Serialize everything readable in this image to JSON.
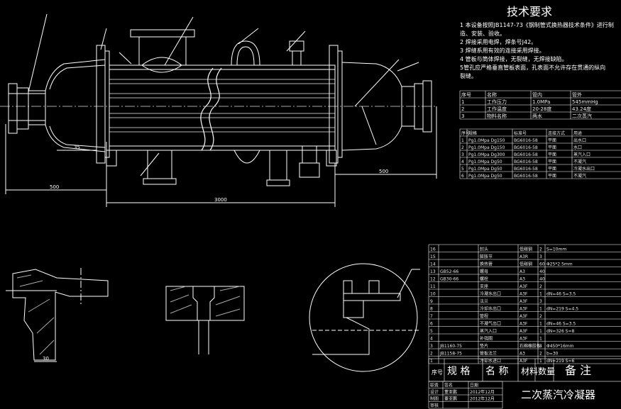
{
  "title": {
    "heading": "技术要求",
    "lines": [
      "1 本设备按照JB1147-73《钢制管式换热器技术条件》进行制",
      "造、安装、验收。",
      "2 焊接采用电焊，焊条号J42。",
      "3 焊缝系用有效的连接采用焊接。",
      "4 管板与筒体焊接，无裂缝，无焊接缺陷。",
      "5管孔应严格垂直管板表面，孔表面不允许存在贯通的纵向",
      "裂缝。"
    ]
  },
  "dims": {
    "left_len": "500",
    "total_len": "3000",
    "right_len": "500",
    "small_a": "35",
    "small_b": "30"
  },
  "spec_table": {
    "headers": [
      "序号",
      "名称",
      "管内",
      "管外"
    ],
    "rows": [
      [
        "1",
        "工作压力",
        "1.0MPa",
        "545mmHg"
      ],
      [
        "2",
        "工作温度",
        "20-28度",
        "43.24度"
      ],
      [
        "3",
        "物料名称",
        "两水",
        "二次蒸汽"
      ]
    ]
  },
  "nozzle_table": {
    "headers": [
      "序号",
      "规格",
      "标准号",
      "连接方式",
      "用途"
    ],
    "rows": [
      [
        "1",
        "Pg1.0Mpa Dg150",
        "BG6016-58",
        "平面",
        "出水口"
      ],
      [
        "2",
        "Pg1.0Mpa Dg150",
        "BG6016-58",
        "平面",
        "水口"
      ],
      [
        "3",
        "Pg1.0Mpa Dg300",
        "BG6016-58",
        "平面",
        "蒸汽入口"
      ],
      [
        "4",
        "Pg1.0Mpa Dg50",
        "BG6016-58",
        "平面",
        "不凝汽"
      ],
      [
        "5",
        "Pg1.0Mpa Dg50",
        "BG6016-58",
        "平面",
        "冷凝水出口"
      ],
      [
        "6",
        "Pg1.0Mpa Dg50",
        "BG6016-58",
        "平面",
        "不凝汽"
      ]
    ]
  },
  "bom": {
    "rows": [
      [
        "16",
        "",
        "封头",
        "低碳钢",
        "2",
        "S=10mm"
      ],
      [
        "15",
        "",
        "膨胀节",
        "A3R",
        "3",
        ""
      ],
      [
        "14",
        "",
        "换热管",
        "低碳钢",
        "60",
        "Φ25*2.5mm"
      ],
      [
        "13",
        "GB52-66",
        "螺母",
        "A3",
        "40",
        ""
      ],
      [
        "12",
        "GB30-66",
        "螺栓",
        "A3",
        "40",
        ""
      ],
      [
        "11",
        "",
        "支座",
        "A3F",
        "2",
        ""
      ],
      [
        "10",
        "",
        "冷凝水出口",
        "A3F",
        "1",
        "dN=46  S=3.5"
      ],
      [
        "9",
        "",
        "法兰",
        "A3F",
        "3",
        ""
      ],
      [
        "8",
        "",
        "冷却水出口",
        "A3F",
        "1",
        "dN=219  S=4.5"
      ],
      [
        "7",
        "",
        "管程",
        "A3F",
        "2",
        ""
      ],
      [
        "6",
        "",
        "不凝气出口",
        "A3F",
        "1",
        "dN=46  S=3.5"
      ],
      [
        "5",
        "",
        "蒸汽入口",
        "A3F",
        "1",
        "dN=326  S=8"
      ],
      [
        "4",
        "",
        "补强圈",
        "A3F",
        "1",
        ""
      ],
      [
        "3",
        "JB1160-75",
        "垫片",
        "石棉橡胶板",
        "4",
        "Φ450*16mm"
      ],
      [
        "2",
        "JB1158-75",
        "管板法兰",
        "A3",
        "2",
        "b=30"
      ],
      [
        "1",
        "",
        "冷却水进口",
        "A3F",
        "1",
        "dN=219  S=6"
      ]
    ],
    "footer": {
      "seq": "序号",
      "spec": "规 格",
      "name": "名 称",
      "material": "材料",
      "qty": "数量",
      "remark": "备 注"
    },
    "sign": {
      "rows": [
        [
          "职责",
          "签名",
          "日期"
        ],
        [
          "设计",
          "董亚鹏",
          "2012年12月"
        ],
        [
          "制图",
          "董亚鹏",
          "2012年12月"
        ],
        [
          "审核",
          "",
          ""
        ]
      ],
      "drawing_name": "二次蒸汽冷凝器"
    }
  }
}
